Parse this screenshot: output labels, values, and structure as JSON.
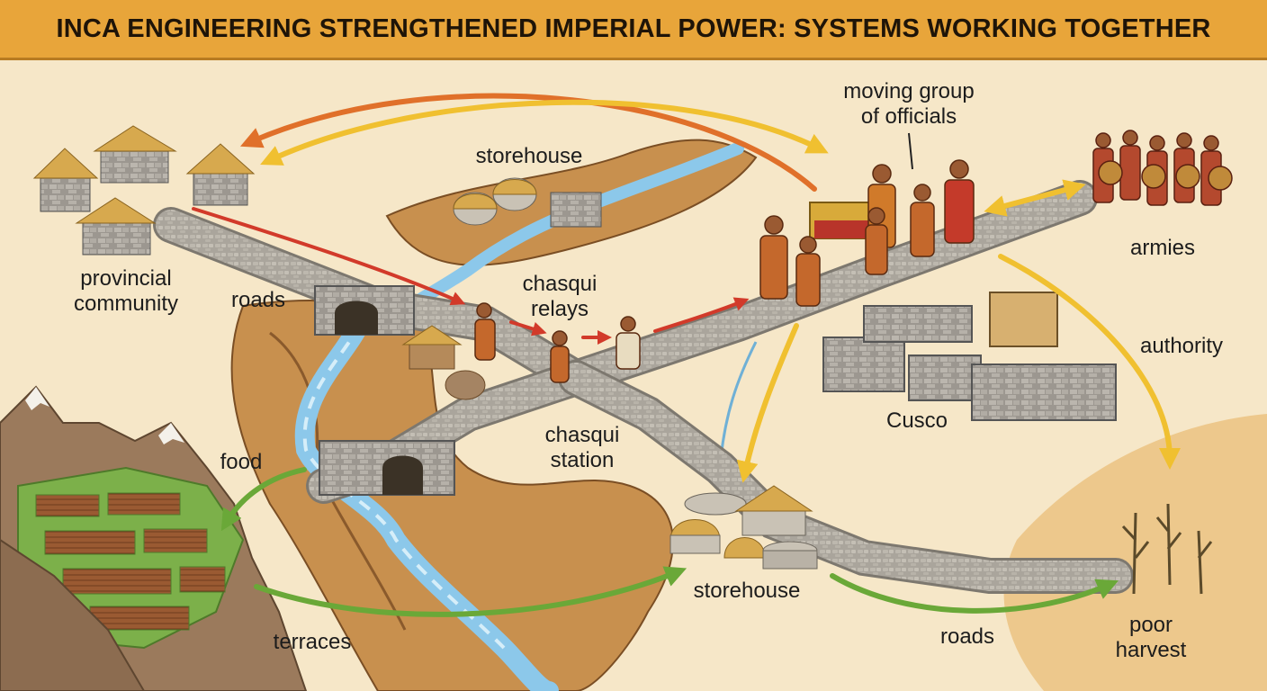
{
  "title": "INCA ENGINEERING STRENGTHENED IMPERIAL POWER: SYSTEMS WORKING TOGETHER",
  "labels": {
    "moving_group_l1": "moving group",
    "moving_group_l2": "of officials",
    "storehouse_top": "storehouse",
    "armies": "armies",
    "provincial_l1": "provincial",
    "provincial_l2": "community",
    "roads_left": "roads",
    "chasqui_relays_l1": "chasqui",
    "chasqui_relays_l2": "relays",
    "authority": "authority",
    "cusco": "Cusco",
    "chasqui_station_l1": "chasqui",
    "chasqui_station_l2": "station",
    "food": "food",
    "storehouse_bottom": "storehouse",
    "terraces": "terraces",
    "roads_bottom": "roads",
    "poor_harvest_l1": "poor",
    "poor_harvest_l2": "harvest"
  },
  "colors": {
    "banner": "#e8a53a",
    "parchment": "#f6e7c8",
    "road": "#a8a39a",
    "river": "#8cc8ea",
    "canyon": "#c8904e",
    "arrow_orange": "#e0702a",
    "arrow_yellow": "#f0c030",
    "arrow_red": "#d23a2a",
    "arrow_green": "#6aa838"
  }
}
